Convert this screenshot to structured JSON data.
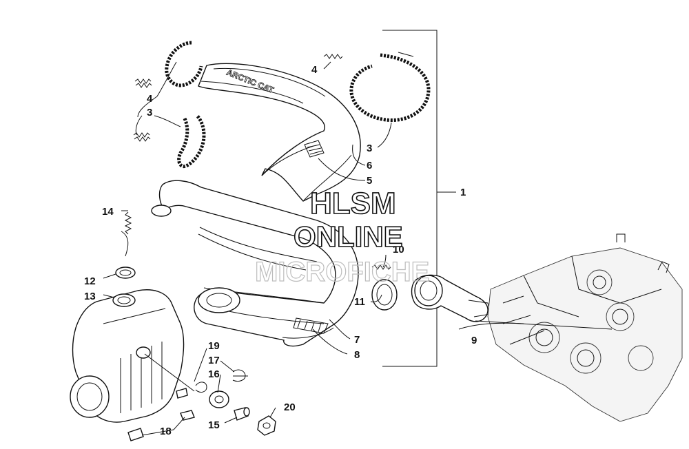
{
  "callouts": {
    "c1": "1",
    "c3a": "3",
    "c3b": "3",
    "c4a": "4",
    "c4b": "4",
    "c5": "5",
    "c6": "6",
    "c7": "7",
    "c8": "8",
    "c9": "9",
    "c10": "10",
    "c11": "11",
    "c12": "12",
    "c13": "13",
    "c14": "14",
    "c15": "15",
    "c16": "16",
    "c17": "17",
    "c18": "18",
    "c19": "19",
    "c20": "20"
  },
  "watermark": {
    "line1": "HLSM",
    "line2": "ONLINE",
    "line3": "MICROFICHE"
  },
  "guard_lettering": "ARCTIC CAT"
}
